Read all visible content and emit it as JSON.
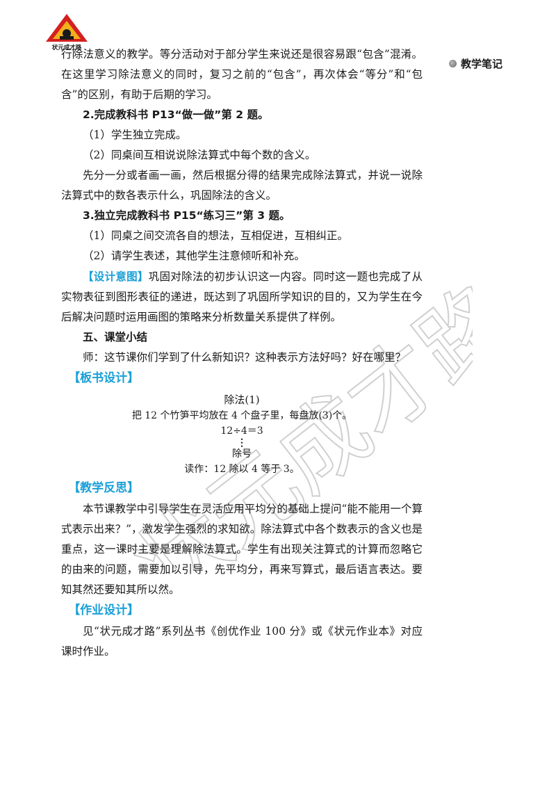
{
  "logo": {
    "text": "状元成才路"
  },
  "watermark": {
    "text": "状元成才路"
  },
  "sidebar": {
    "label": "教学笔记"
  },
  "content": {
    "intro": "行除法意义的教学。等分活动对于部分学生来说还是很容易跟“包含”混淆。在这里学习除法意义的同时，复习之前的“包含”，再次体会“等分”和“包含”的区别，有助于后期的学习。",
    "task2_title": "2.完成教科书 P13“做一做”第 2 题。",
    "task2_step1": "（1）学生独立完成。",
    "task2_step2": "（2）同桌间互相说说除法算式中每个数的含义。",
    "task2_note": "先分一分或者画一画，然后根据分得的结果完成除法算式，并说一说除法算式中的数各表示什么，巩固除法的含义。",
    "task3_title": "3.独立完成教科书 P15“练习三”第 3 题。",
    "task3_step1": "（1）同桌之间交流各自的想法，互相促进，互相纠正。",
    "task3_step2": "（2）请学生表述，其他学生注意倾听和补充。",
    "design_tag": "【设计意图】",
    "design_text": "巩固对除法的初步认识这一内容。同时这一题也完成了从实物表征到图形表征的递进，既达到了巩固所学知识的目的，又为学生在今后解决问题时运用画图的策略来分析数量关系提供了样例。",
    "summary_title": "五、课堂小结",
    "summary_text": "师：这节课你们学到了什么新知识？这种表示方法好吗？好在哪里？",
    "board_tag": "【板书设计】",
    "board": {
      "title": "除法(1)",
      "line1": "把 12 个竹笋平均放在 4 个盘子里，每盘放(3)个。",
      "equation": "12÷4＝3",
      "dots": "⋮",
      "sign_label": "除号",
      "reading": "读作：12 除以 4 等于 3。"
    },
    "reflection_tag": "【教学反思】",
    "reflection_text": "本节课教学中引导学生在灵活应用平均分的基础上提问“能不能用一个算式表示出来？”，激发学生强烈的求知欲。除法算式中各个数表示的含义也是重点，这一课时主要是理解除法算式。学生有出现关注算式的计算而忽略它的由来的问题，需要加以引导，先平均分，再来写算式，最后语言表达。要知其然还要知其所以然。",
    "homework_tag": "【作业设计】",
    "homework_text": "见“状元成才路”系列丛书《创优作业 100 分》或《状元作业本》对应课时作业。"
  },
  "colors": {
    "accent": "#1aa0d8",
    "logo_red": "#d42020"
  }
}
